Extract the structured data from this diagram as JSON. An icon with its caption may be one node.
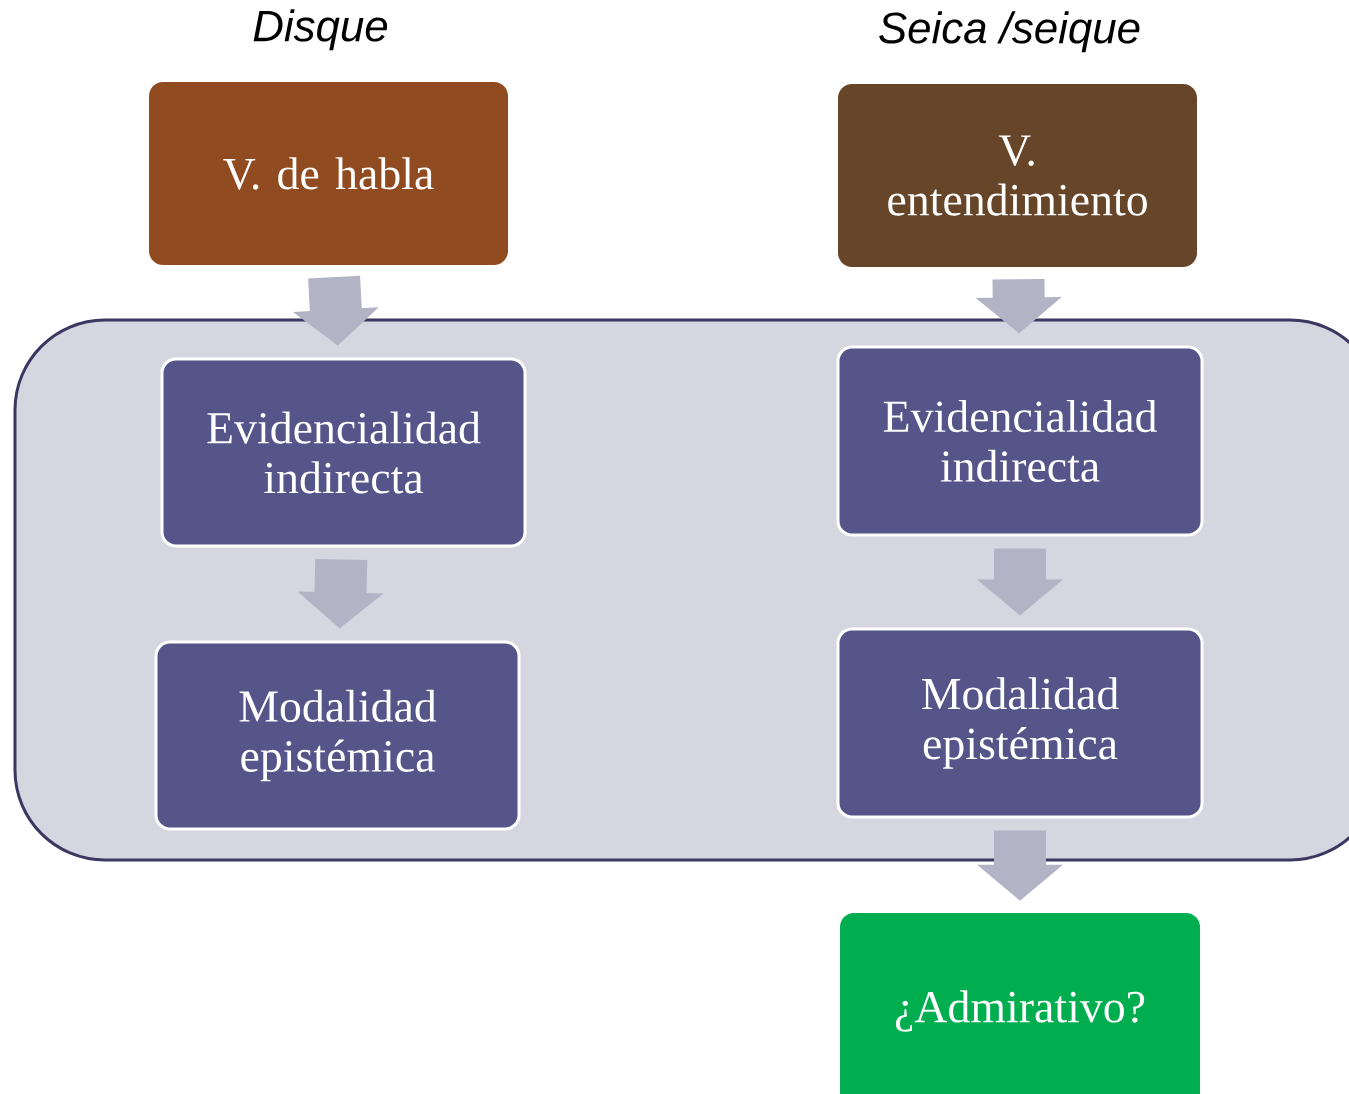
{
  "diagram": {
    "nodes": [
      {
        "text": [],
        "shape": "box"
      },
      {
        "text": [
          "V. de habla"
        ],
        "beside": [
          "Disque"
        ]
      },
      {
        "text": [
          "V. entendimiento"
        ],
        "beside": [
          "Seica /seique"
        ]
      },
      {
        "text": [
          "Evidencialidad indirecta"
        ],
        "in": 0
      },
      {
        "text": [
          "Modalidad epistémica"
        ],
        "in": 0
      },
      {
        "text": [
          "Evidencialidad indirecta"
        ],
        "in": 0
      },
      {
        "text": [
          "Modalidad epistémica"
        ],
        "in": 0
      },
      {
        "text": [
          "¿Admirativo?"
        ]
      }
    ],
    "edges": [
      {
        "from": 1,
        "to": 3,
        "arrow": "to"
      },
      {
        "from": 3,
        "to": 4,
        "arrow": "to"
      },
      {
        "from": 2,
        "to": 5,
        "arrow": "to"
      },
      {
        "from": 5,
        "to": 6,
        "arrow": "to"
      },
      {
        "from": 6,
        "to": 7,
        "arrow": "to"
      }
    ]
  }
}
